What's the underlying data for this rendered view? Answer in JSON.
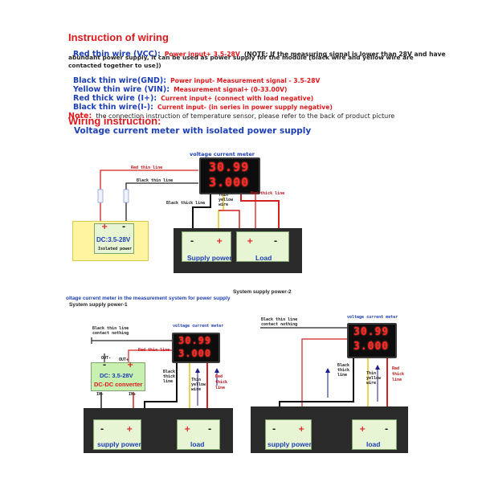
{
  "heading_wiring": "Instruction of wiring",
  "wires": [
    {
      "label": "Red thin wire (VCC):",
      "desc": "Power input+ 3.5-28V",
      "note": "(NOTE: If the measuring signal is lower than 28V and have"
    },
    {
      "label": "Black thin wire(GND):",
      "desc": "Power input- Measurement signal - 3.5-28V"
    },
    {
      "label": "Yellow thin wire (VIN):",
      "desc": "Measurement signal+ (0-33.00V)"
    },
    {
      "label": "Red thick wire (I+):",
      "desc": "Current input+ (connect with load negative)"
    },
    {
      "label": "Black thin wire(I-):",
      "desc": "Current input- (in series in power supply negative)"
    }
  ],
  "note_continuation": "abundant power supply, it can be used as power supply for the module [black wire and yellow wire are contacted together to use])",
  "note_label": "Note:",
  "note_text": "the connection instruction of temperature sensor, please refer to the back of product picture",
  "heading_instruction": "Wiring instruction:",
  "subheading": "Voltage current meter with isolated power supply",
  "diagram1": {
    "meter_title": "voltage current meter",
    "voltage": "30.99",
    "current": "3.000",
    "red_thin": "Red thin line",
    "black_thin": "Black thin line",
    "black_thick": "Black thick line",
    "thin_yellow": "Thin yellow wire",
    "red_thick": "Red thick line",
    "supply_label": "Supply power",
    "load_label": "Load",
    "dc_label": "DC:3.5-28V",
    "iso_label": "Isolated power",
    "plus": "+",
    "minus": "-"
  },
  "section_power2": "System supply power-2",
  "section_caption": "oltage current meter in the measurement system for power supply",
  "section_power1": "System supply power-1",
  "diagram2": {
    "meter_title": "voltage current meter",
    "voltage": "30.99",
    "current": "3.000",
    "black_thin": "Black thin line contact nothing",
    "red_thin": "Red thin line",
    "out_minus": "OUT-",
    "out_plus": "OUT+",
    "dc1": "DC: 3.5-28V",
    "dc2": "DC-DC converter",
    "in_minus": "IN-",
    "in_plus": "IN+",
    "black_thick": "Black thick line",
    "thin_yellow": "Thin yellow wire",
    "red_thick": "Red thick line",
    "supply_label": "supply power",
    "load_label": "load"
  },
  "diagram3": {
    "meter_title": "voltage current meter",
    "voltage": "30.99",
    "current": "3.000",
    "black_thin": "Black thin line contact nothing",
    "black_thick": "Black thick line",
    "thin_yellow": "Thin yellow wire",
    "red_thick": "Red thick line",
    "supply_label": "supply power",
    "load_label": "load"
  }
}
